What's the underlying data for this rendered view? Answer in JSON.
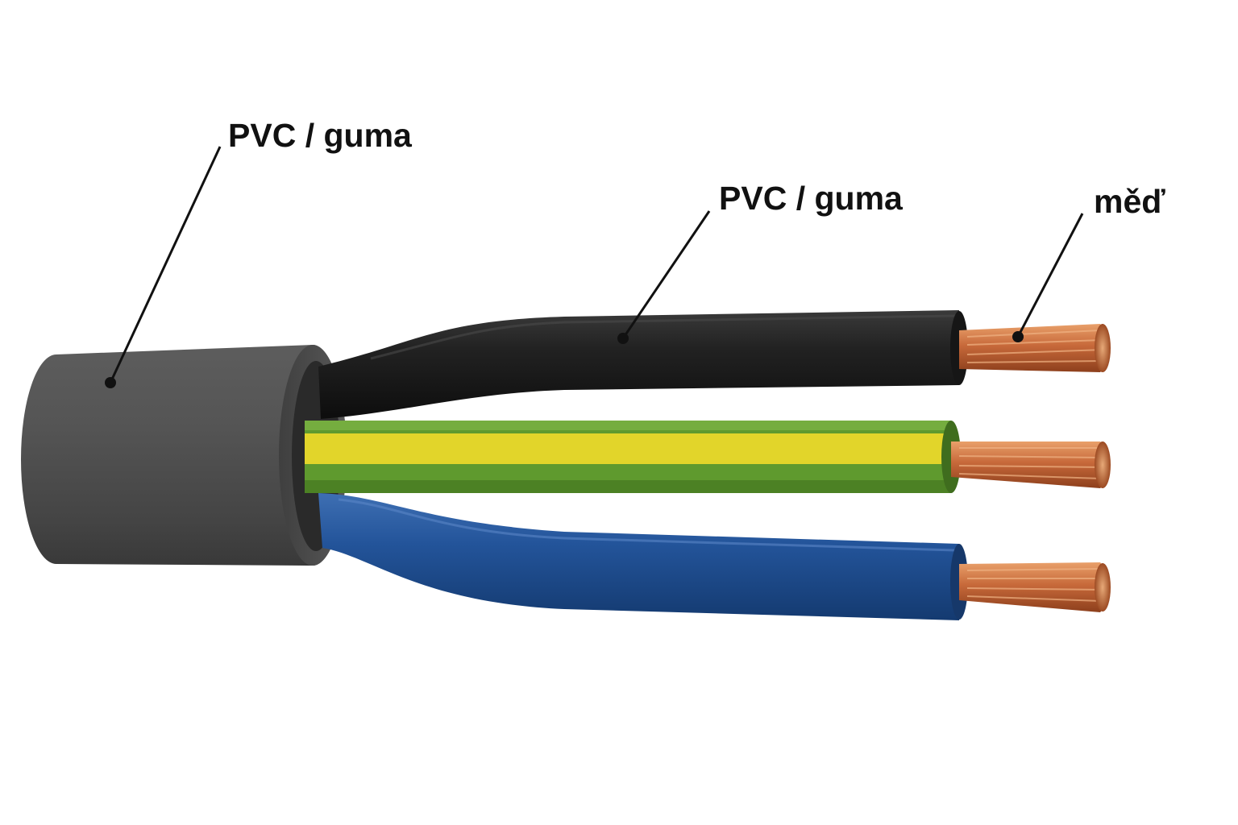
{
  "labels": {
    "outer_sheath": "PVC / guma",
    "core_insulation": "PVC / guma",
    "conductor": "měď"
  },
  "cores": [
    {
      "name": "black-core",
      "color": "#1e1e1e"
    },
    {
      "name": "green-yellow-core",
      "color": "#5f9a2e",
      "stripe": "#e2d52a"
    },
    {
      "name": "blue-core",
      "color": "#1f4f92"
    }
  ],
  "colors": {
    "sheath": "#4a4a4a",
    "copper": "#c2642e",
    "leader": "#111111"
  }
}
